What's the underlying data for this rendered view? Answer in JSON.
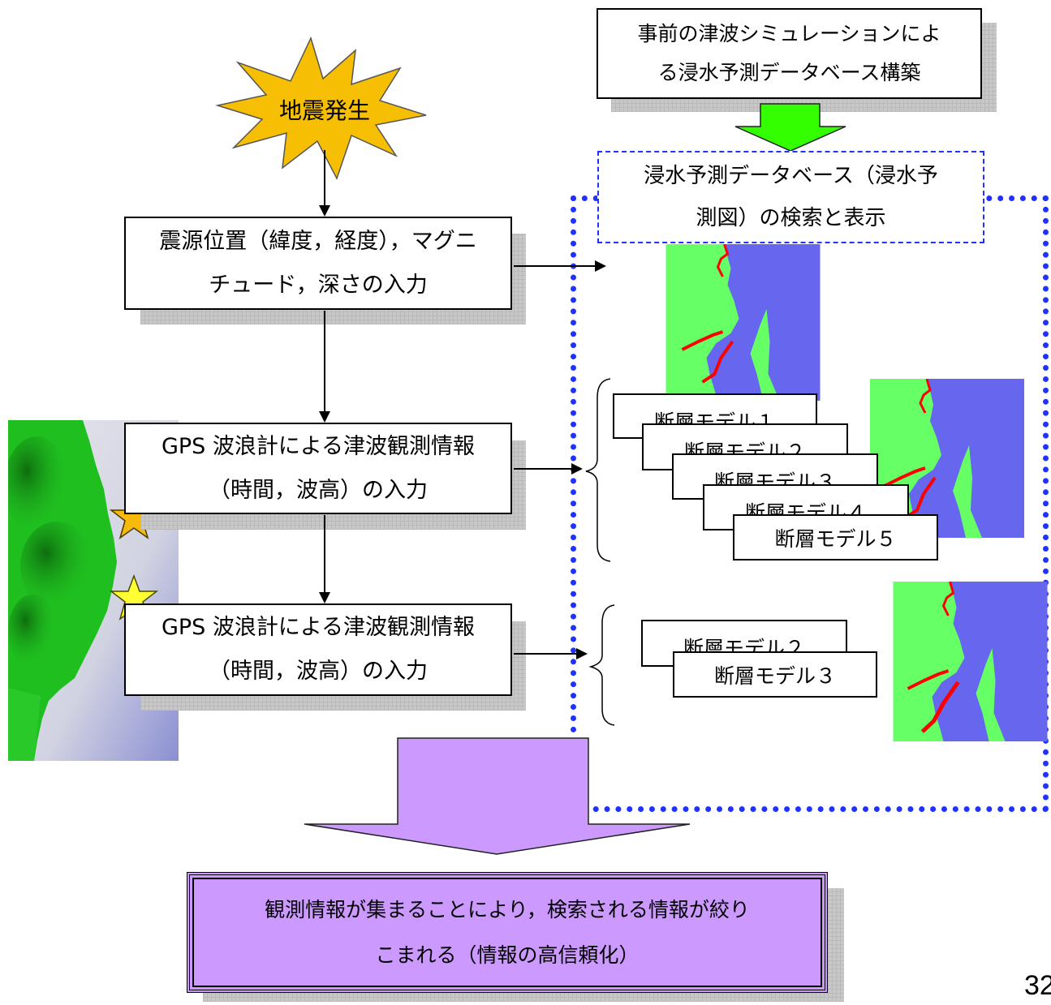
{
  "quake": {
    "label": "地震発生",
    "color": "#f7bf04"
  },
  "precompute": {
    "text": "事前の津波シミュレーションによ\nる浸水予測データベース構築"
  },
  "database": {
    "text": "浸水予測データベース（浸水予\n測図）の検索と表示"
  },
  "step1": {
    "text": "震源位置（緯度，経度），マグニ\nチュード，深さの入力"
  },
  "step2": {
    "text": "GPS 波浪計による津波観測情報\n（時間，波高）の入力"
  },
  "step3": {
    "text": "GPS 波浪計による津波観測情報\n（時間，波高）の入力"
  },
  "faults_group1": [
    "断層モデル１",
    "断層モデル２",
    "断層モデル３",
    "断層モデル４",
    "断層モデル５"
  ],
  "faults_group2": [
    "断層モデル２",
    "断層モデル３"
  ],
  "result": {
    "text": "観測情報が集まることにより，検索される情報が絞り\nこまれる（情報の高信頼化）",
    "color": "#cc99ff"
  },
  "page_number": "32",
  "colors": {
    "flow_arrow": "#33ff00",
    "result_arrow": "#cc99ff",
    "dashed_border": "#1f32ff",
    "land": "#66ff66",
    "sea": "#6666ee",
    "inundation": "#ff0000"
  }
}
